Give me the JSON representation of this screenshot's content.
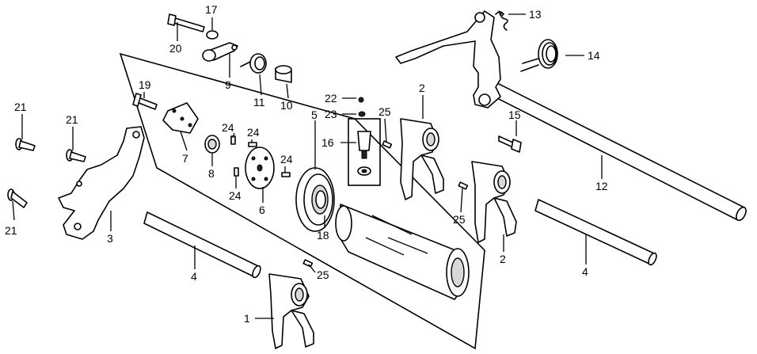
{
  "labels": {
    "l1": "1",
    "l2a": "2",
    "l2b": "2",
    "l3": "3",
    "l4a": "4",
    "l4b": "4",
    "l5": "5",
    "l6": "6",
    "l7": "7",
    "l8": "8",
    "l9": "9",
    "l10": "10",
    "l11": "11",
    "l12": "12",
    "l13": "13",
    "l14": "14",
    "l15": "15",
    "l16": "16",
    "l17": "17",
    "l18": "18",
    "l19": "19",
    "l20": "20",
    "l21a": "21",
    "l21b": "21",
    "l21c": "21",
    "l22": "22",
    "l23": "23",
    "l24a": "24",
    "l24b": "24",
    "l24c": "24",
    "l24d": "24",
    "l25a": "25",
    "l25b": "25",
    "l25c": "25"
  }
}
